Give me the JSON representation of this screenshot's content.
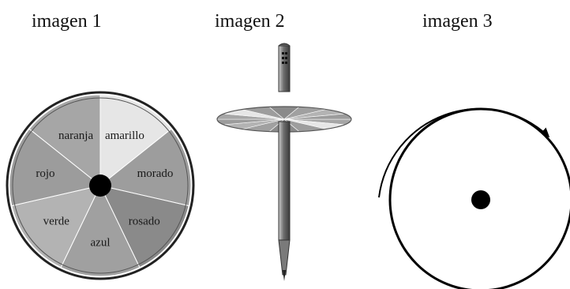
{
  "figures": [
    {
      "caption": "imagen 1"
    },
    {
      "caption": "imagen 2"
    },
    {
      "caption": "imagen 3"
    }
  ],
  "color_wheel": {
    "segments": [
      {
        "label": "naranja",
        "shade": "#a6a6a6"
      },
      {
        "label": "amarillo",
        "shade": "#e6e6e6"
      },
      {
        "label": "morado",
        "shade": "#9d9d9d"
      },
      {
        "label": "rosado",
        "shade": "#8a8a8a"
      },
      {
        "label": "azul",
        "shade": "#a0a0a0"
      },
      {
        "label": "verde",
        "shade": "#b3b3b3"
      },
      {
        "label": "rojo",
        "shade": "#9c9c9c"
      }
    ],
    "hub_color": "#000000"
  },
  "rotation": {
    "direction": "clockwise"
  }
}
